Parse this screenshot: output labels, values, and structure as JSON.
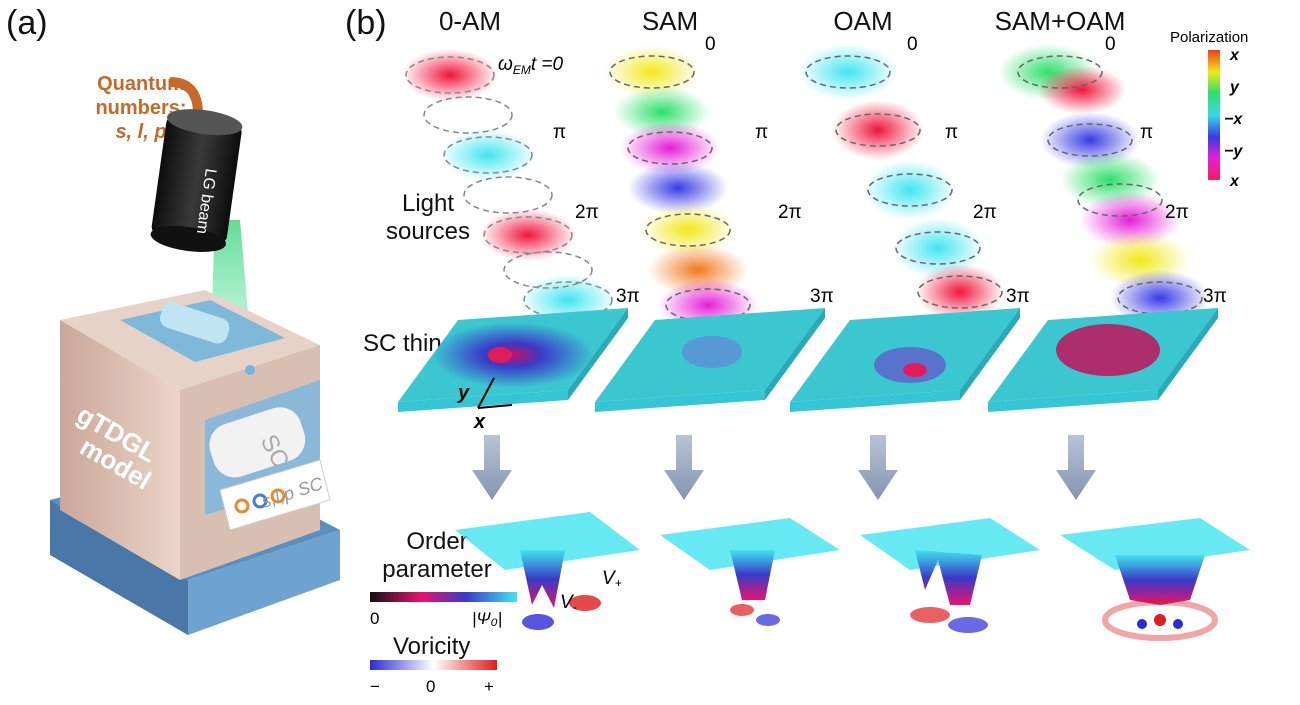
{
  "panels": {
    "a": "(a)",
    "b": "(b)"
  },
  "quantum": {
    "line1": "Quantum",
    "line2": "numbers:",
    "line3": "s, l, p"
  },
  "printer": {
    "beam_label": "LG beam",
    "body_text": "gTDGL\nmodel",
    "paper_text": "SC",
    "paper_text2": "s,l,p SC"
  },
  "columns": [
    "0-AM",
    "SAM",
    "OAM",
    "SAM+OAM"
  ],
  "phases": {
    "first": "ωEMt =0",
    "zero": "0",
    "pi": "π",
    "two_pi": "2π",
    "three_pi": "3π"
  },
  "labels": {
    "light_sources": [
      "Light",
      "sources"
    ],
    "sc_film": "SC thin film",
    "axis_x": "x",
    "axis_y": "y",
    "order_parameter": [
      "Order",
      "parameter"
    ],
    "vorticity": "Voricity"
  },
  "order_colorbar": {
    "min": "0",
    "max": "|Ψ₀|",
    "colors": [
      "#111111",
      "#e8126e",
      "#3a3ac8",
      "#41e4f0"
    ]
  },
  "vorticity_colorbar": {
    "min": "−",
    "mid": "0",
    "max": "+",
    "colors": [
      "#2b2bd8",
      "#ffffff",
      "#e01c1c"
    ]
  },
  "vortex_labels": {
    "minus": "V-",
    "plus": "V+"
  },
  "polarization": {
    "title": "Polarization",
    "ticks": [
      "x",
      "y",
      "−x",
      "−y",
      "x"
    ],
    "colors": [
      "#f03c1e",
      "#f2e81a",
      "#2de06a",
      "#3ad8e8",
      "#3a3ae6",
      "#e61ed8",
      "#f01e5a"
    ]
  }
}
